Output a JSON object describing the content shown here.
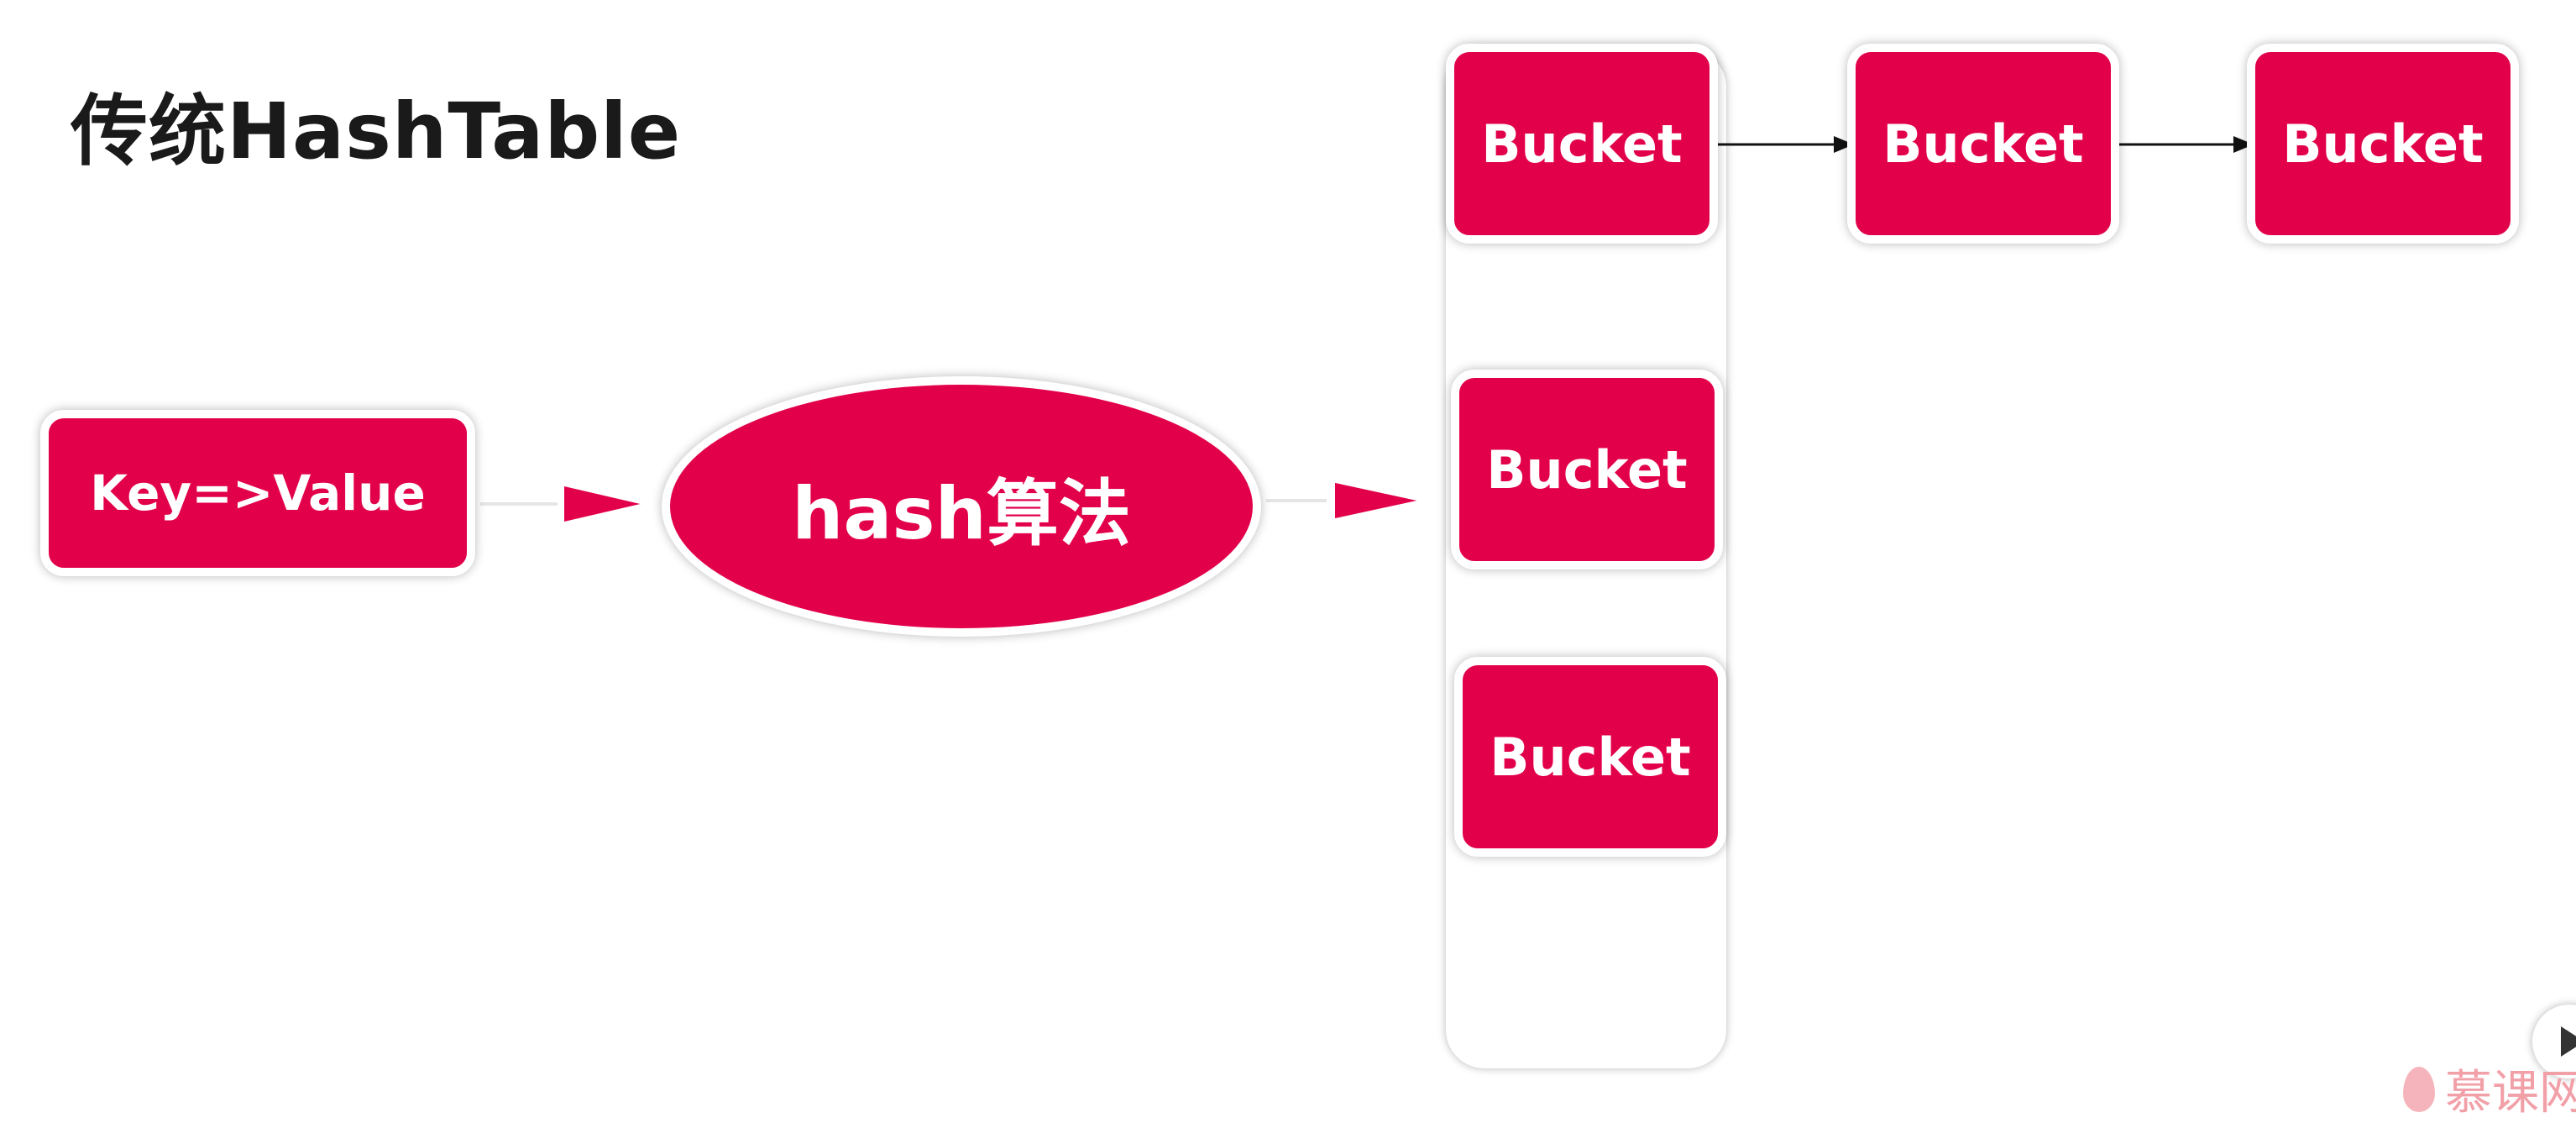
{
  "title": "传统HashTable",
  "nodes": {
    "key_value": "Key=>Value",
    "hash": "hash算法",
    "bucket": "Bucket"
  },
  "colors": {
    "node_fill": "#e3004a",
    "node_text": "#ffffff",
    "title_text": "#1a1a1a"
  },
  "watermark": {
    "text": "慕课网"
  },
  "icons": {
    "play": "play-icon",
    "flame": "flame-icon"
  }
}
